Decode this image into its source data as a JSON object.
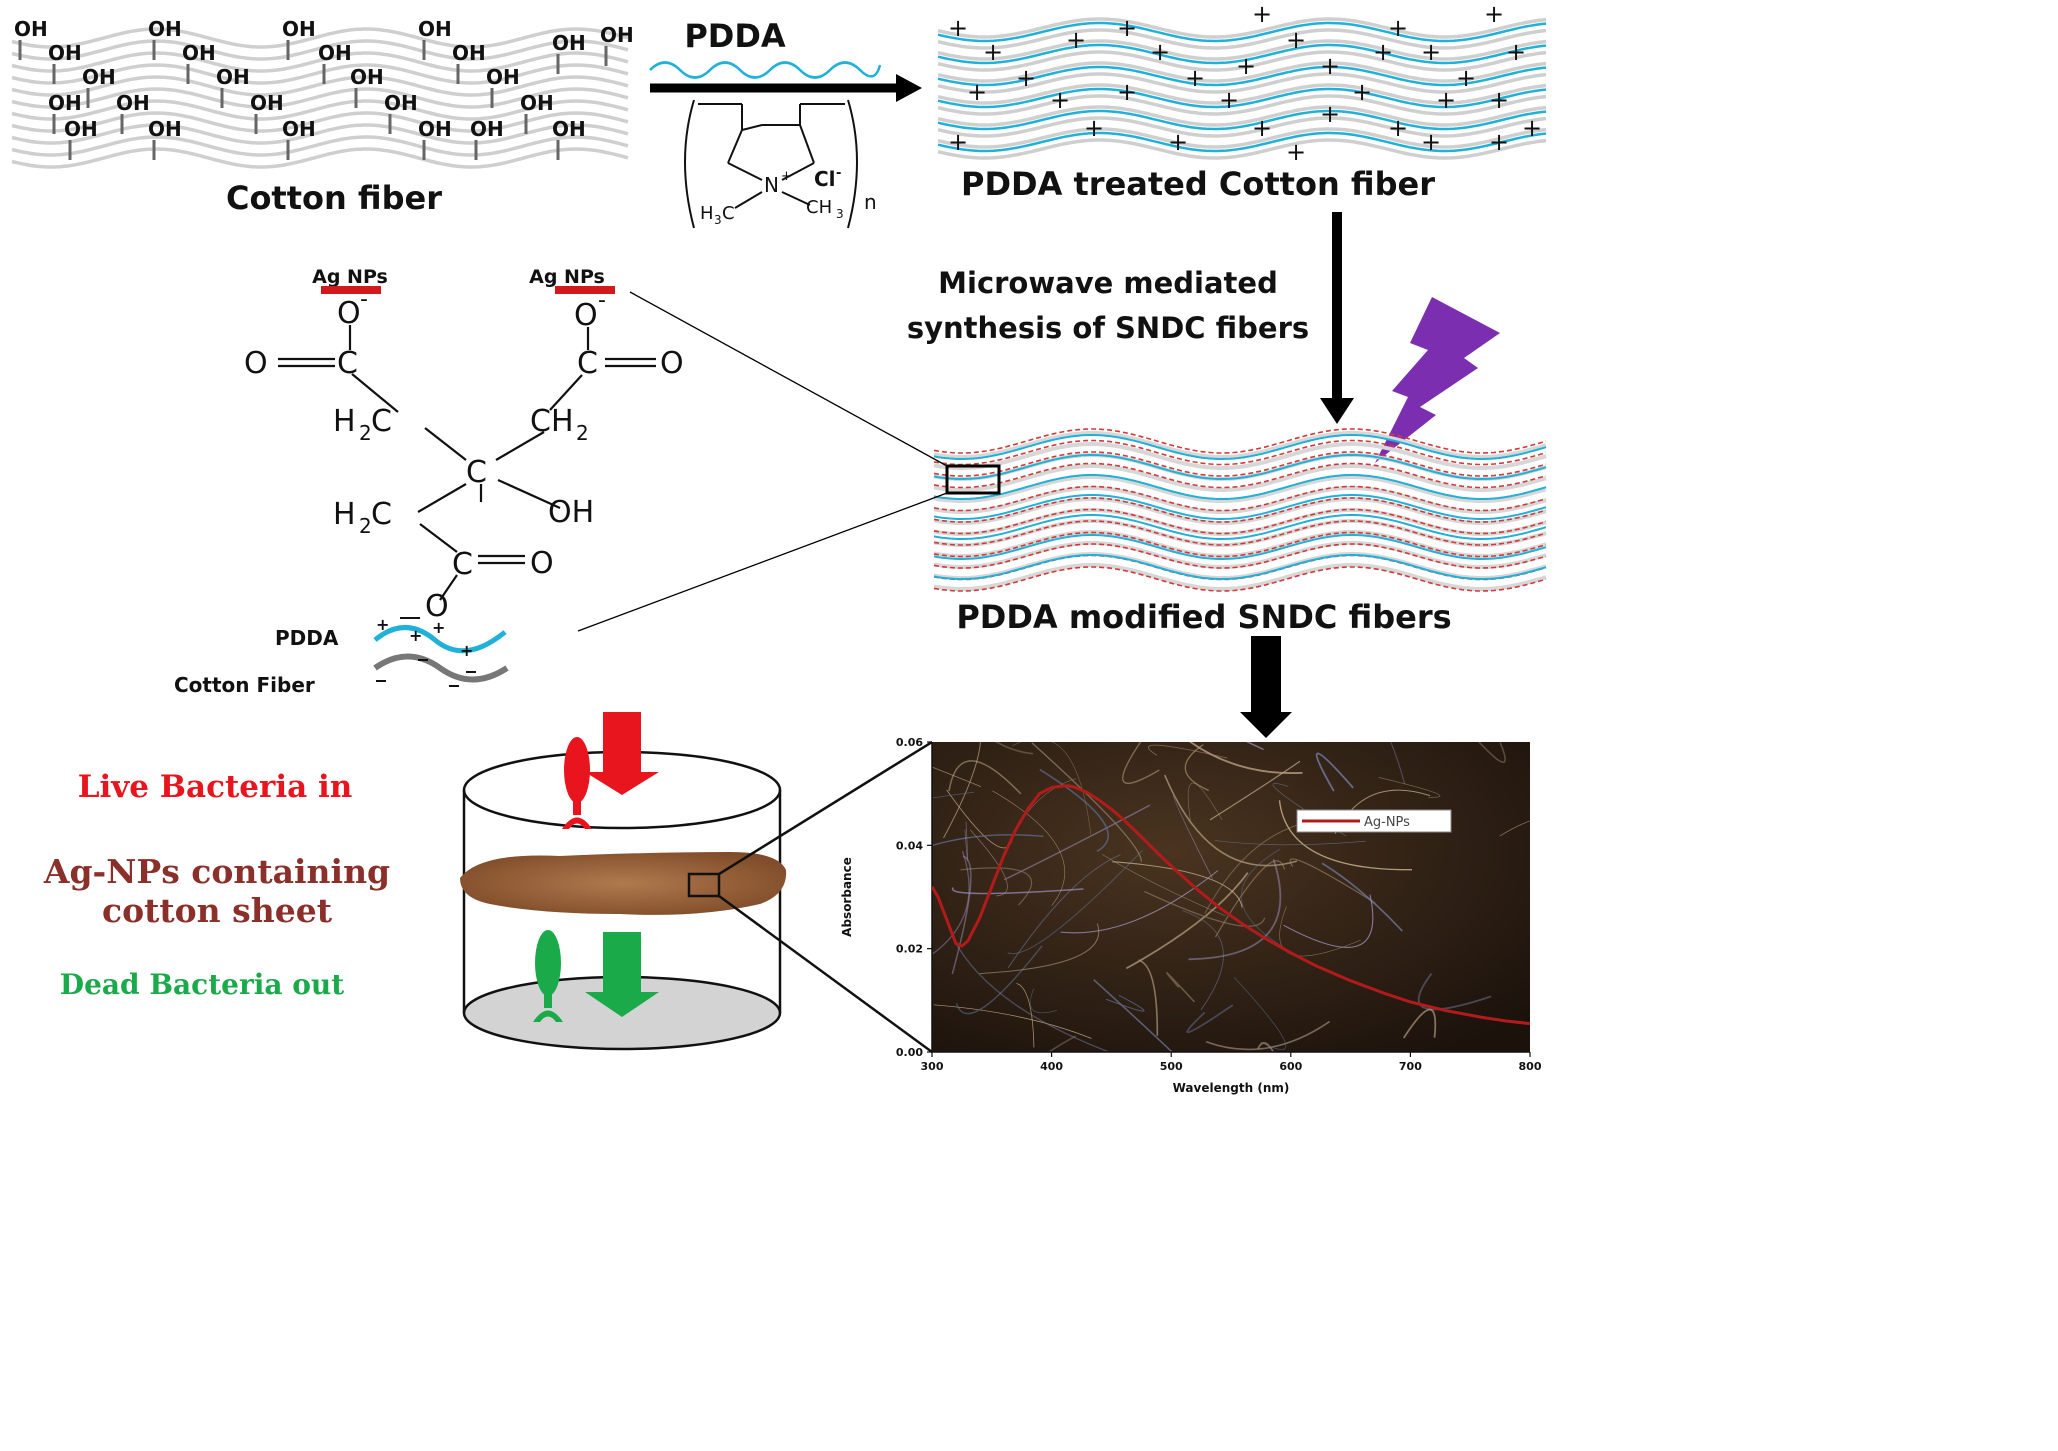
{
  "top": {
    "cotton": {
      "label": "Cotton fiber",
      "oh_label": "OH"
    },
    "pdda": {
      "label": "PDDA",
      "formula": {
        "nitrogen": "N",
        "plus": "+",
        "chloride": "Cl",
        "minus": "-",
        "h3c": "H",
        "h3c_sub": "3",
        "h3c_c": "C",
        "ch3_c": "CH",
        "ch3_sub": "3",
        "n": "n"
      }
    },
    "treated": {
      "label": "PDDA treated Cotton fiber",
      "plus": "+"
    }
  },
  "step": {
    "line1": "Microwave mediated",
    "line2": "synthesis of SNDC fibers"
  },
  "modified": {
    "label": "PDDA modified SNDC fibers"
  },
  "structure": {
    "agnps": "Ag NPs",
    "o_minus": "O",
    "minus": "-",
    "o": "O",
    "c": "C",
    "h2c": "H",
    "h2c_sub": "2",
    "h2c_c": "C",
    "ch2": "CH",
    "ch2_sub": "2",
    "oh": "OH",
    "pdda_label": "PDDA",
    "cotton_label": "Cotton Fiber",
    "plus": "+"
  },
  "filter": {
    "line1": "Live Bacteria in",
    "line2": "Ag-NPs containing",
    "line3": "cotton sheet",
    "line4": "Dead Bacteria out",
    "colors": {
      "live": "#e8141e",
      "sheet": "#8b2f2a",
      "dead": "#1aaa4a"
    }
  },
  "chart_data": {
    "type": "line",
    "xlabel": "Wavelength (nm)",
    "ylabel": "Absorbance",
    "xlim": [
      300,
      800
    ],
    "ylim": [
      0.0,
      0.06
    ],
    "x_ticks": [
      "300",
      "400",
      "500",
      "600",
      "700",
      "800"
    ],
    "y_ticks": [
      "0.00",
      "0.02",
      "0.04",
      "0.06"
    ],
    "legend": "top-right",
    "series": [
      {
        "name": "Ag-NPs",
        "color": "#b31b1b",
        "x": [
          300,
          305,
          310,
          315,
          320,
          325,
          330,
          340,
          350,
          360,
          370,
          380,
          390,
          400,
          410,
          415,
          420,
          430,
          440,
          450,
          460,
          470,
          480,
          490,
          500,
          520,
          540,
          560,
          580,
          600,
          620,
          650,
          680,
          700,
          730,
          760,
          780,
          800
        ],
        "y": [
          0.032,
          0.03,
          0.027,
          0.024,
          0.021,
          0.0205,
          0.0215,
          0.026,
          0.032,
          0.038,
          0.043,
          0.047,
          0.05,
          0.0512,
          0.0515,
          0.0515,
          0.0512,
          0.0502,
          0.0487,
          0.047,
          0.045,
          0.0428,
          0.0405,
          0.0382,
          0.036,
          0.0318,
          0.028,
          0.0247,
          0.0218,
          0.0192,
          0.0168,
          0.0138,
          0.0112,
          0.0097,
          0.008,
          0.0067,
          0.006,
          0.0055
        ]
      }
    ]
  }
}
